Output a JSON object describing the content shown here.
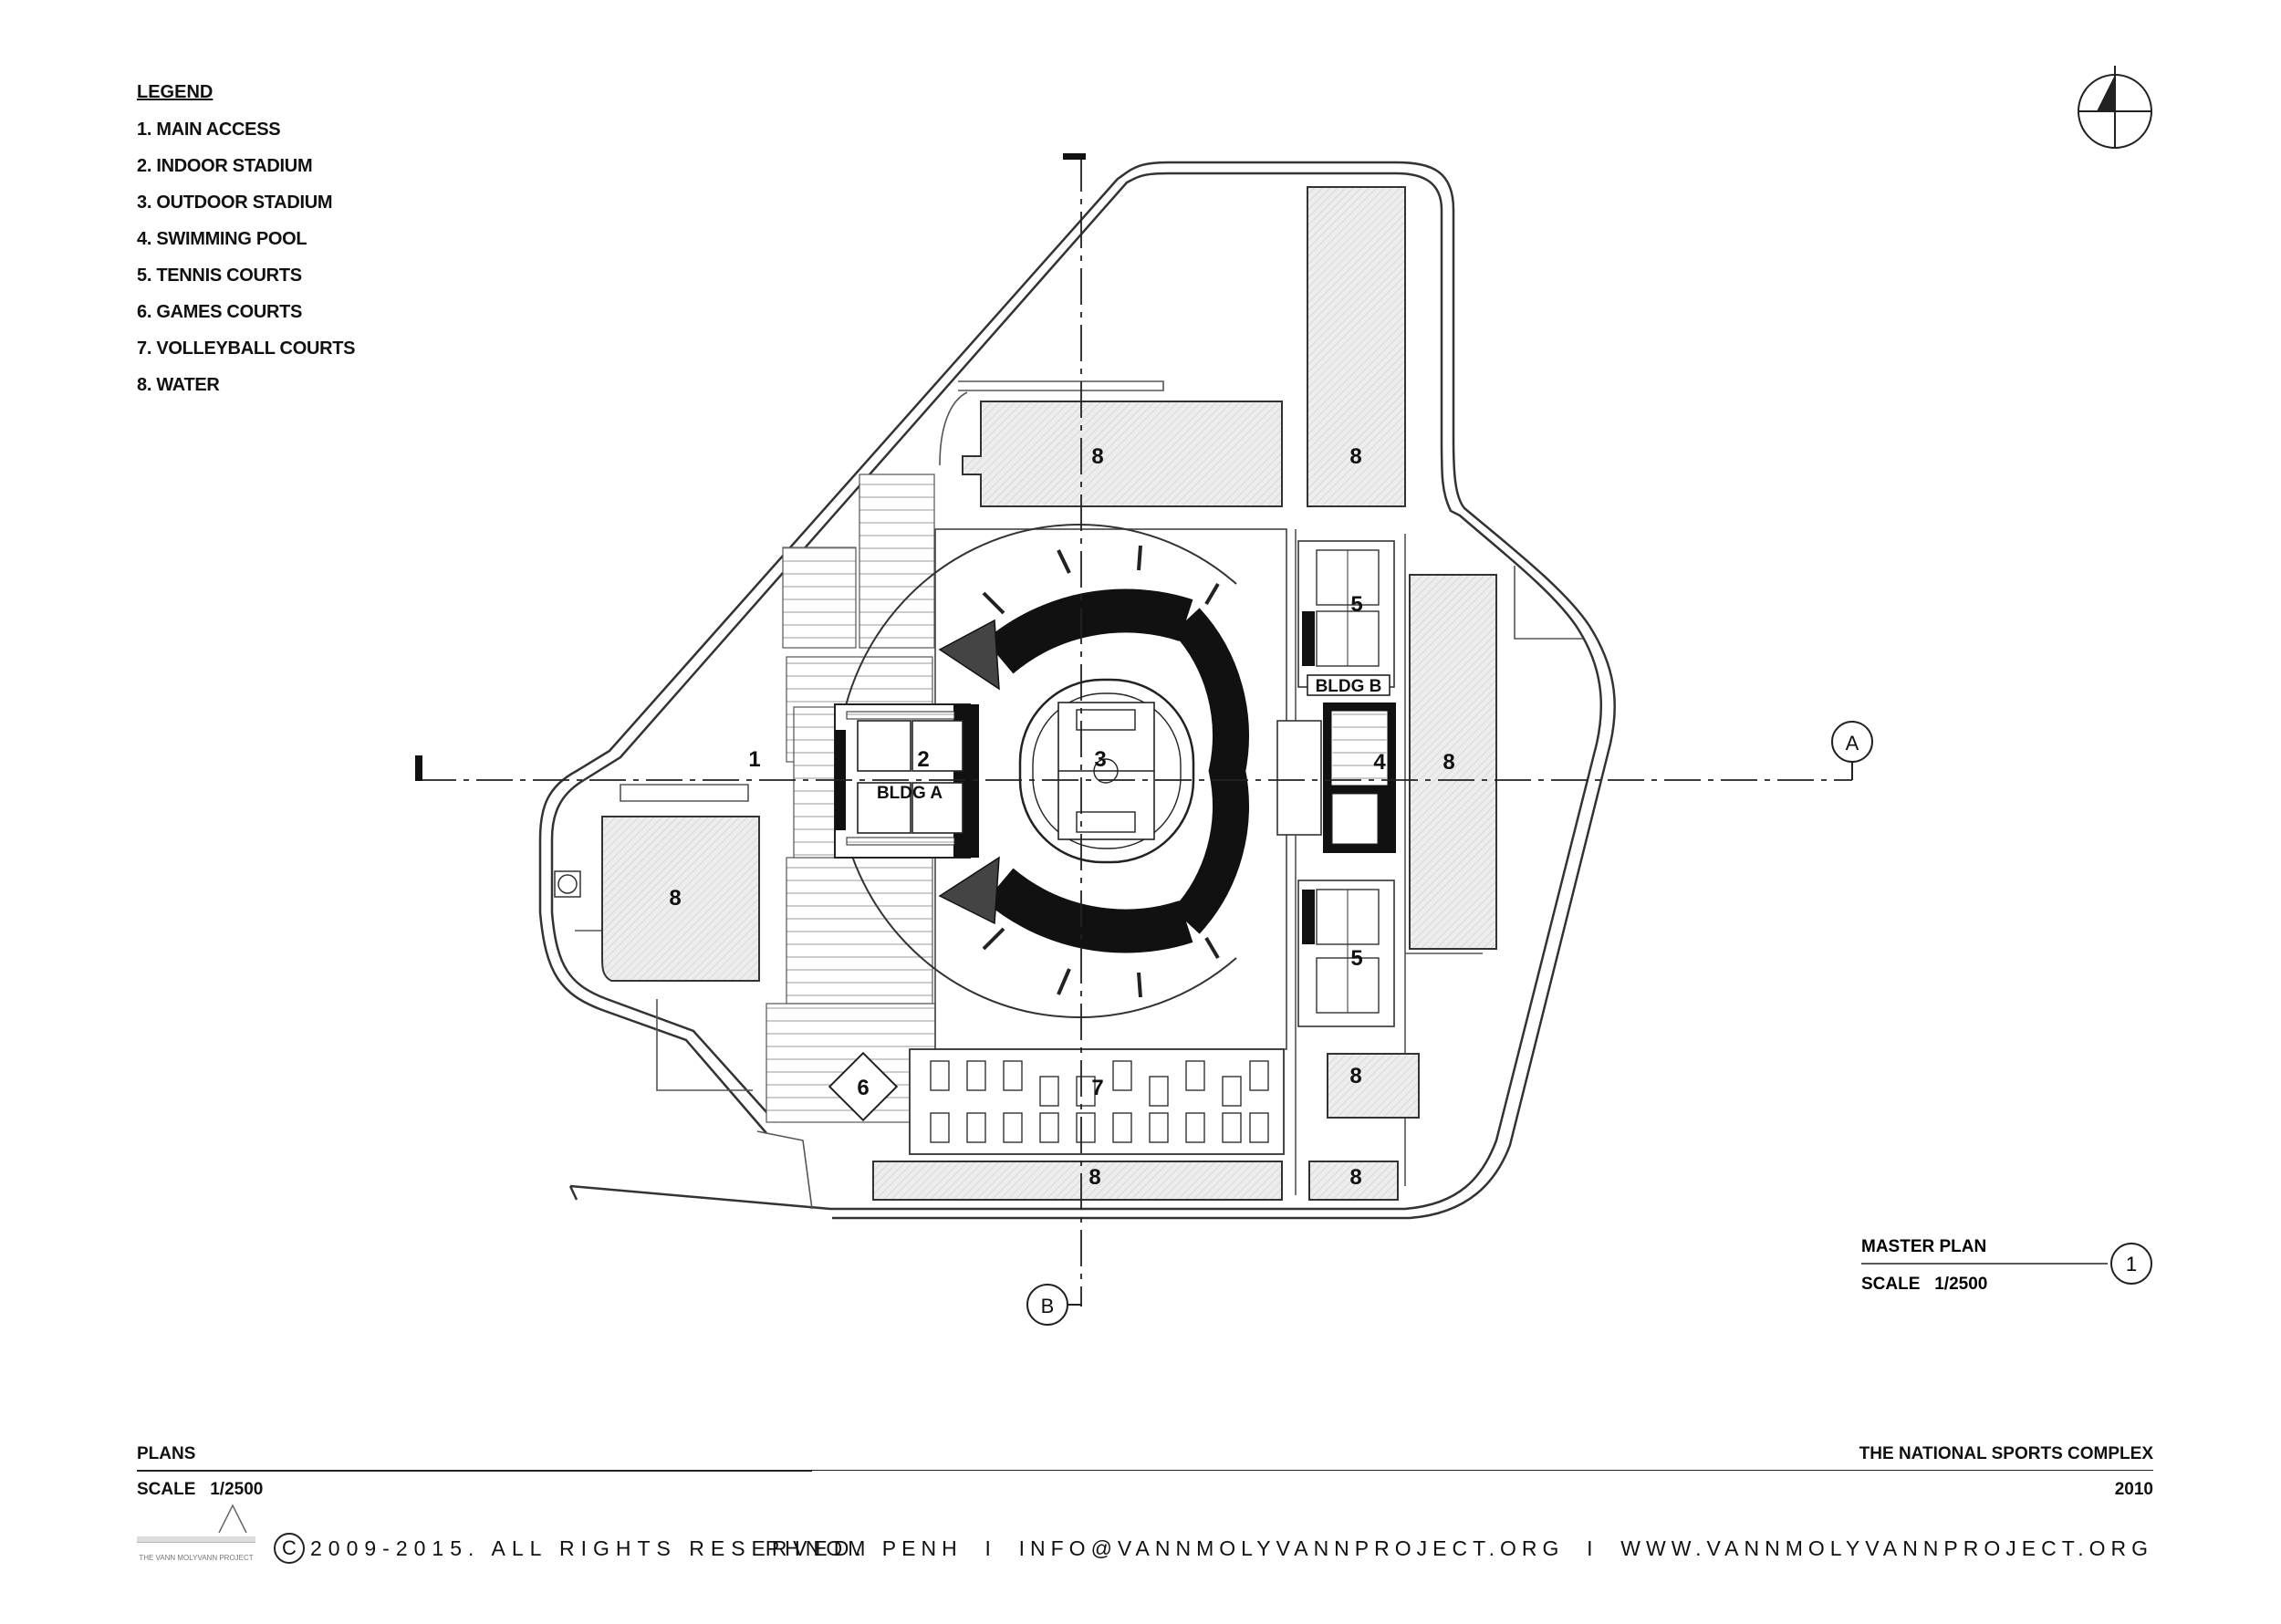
{
  "legend": {
    "title": "LEGEND",
    "items": [
      "1. MAIN ACCESS",
      "2. INDOOR STADIUM",
      "3. OUTDOOR STADIUM",
      "4. SWIMMING POOL",
      "5. TENNIS COURTS",
      "6. GAMES COURTS",
      "7. VOLLEYBALL COURTS",
      "8. WATER"
    ]
  },
  "plan_labels": {
    "water": "8",
    "main_access": "1",
    "indoor_stadium": "2",
    "outdoor_stadium": "3",
    "swimming_pool": "4",
    "tennis": "5",
    "games": "6",
    "volleyball": "7",
    "bldg_a": "BLDG A",
    "bldg_b": "BLDG B",
    "section_a": "A",
    "section_b": "B"
  },
  "drawing_title": {
    "name": "MASTER PLAN",
    "scale": "SCALE   1/2500",
    "number": "1"
  },
  "title_block": {
    "left_title": "PLANS",
    "left_scale": "SCALE   1/2500",
    "right_title": "THE NATIONAL SPORTS COMPLEX",
    "year": "2010"
  },
  "footer": {
    "copyright_symbol": "C",
    "copyright": "2009-2015. ALL RIGHTS RESERVED.",
    "contact": "PHNOM PENH  I  INFO@VANNMOLYVANNPROJECT.ORG  I  WWW.VANNMOLYVANNPROJECT.ORG",
    "logo_text": "THE VANN MOLYVANN PROJECT"
  }
}
